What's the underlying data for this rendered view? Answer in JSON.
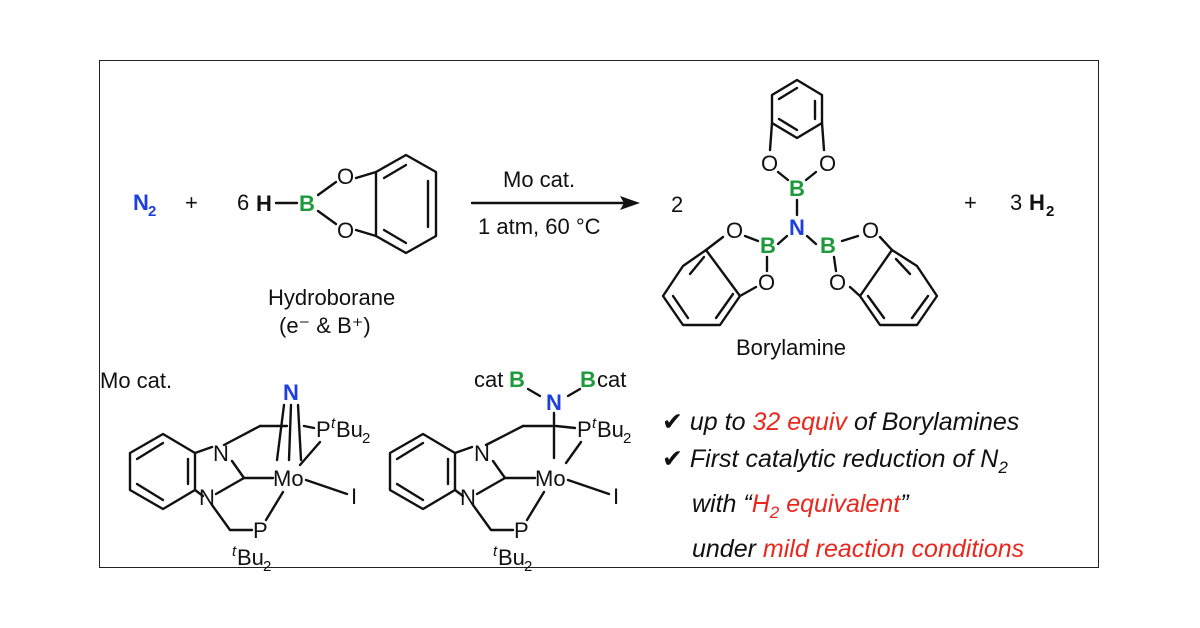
{
  "reaction": {
    "n2_symbol": "N",
    "n2_sub": "2",
    "plus": "+",
    "coef_hydroborane": "6",
    "h_label": "H",
    "b_label": "B",
    "o_label": "O",
    "arrow_top": "Mo cat.",
    "arrow_bottom": "1 atm, 60 °C",
    "coef_borylamine": "2",
    "n_label": "N",
    "coef_h2": "3",
    "h2_symbol": "H",
    "h2_sub": "2",
    "hydroborane_name": "Hydroborane",
    "hydroborane_note": "(e⁻ & B⁺)",
    "borylamine_name": "Borylamine"
  },
  "catalyst": {
    "label": "Mo cat.",
    "mo": "Mo",
    "iodide": "I",
    "p_symbol": "P",
    "tbu_t": "t",
    "tbu_bu": "Bu",
    "tbu_sub": "2",
    "n_atom": "N",
    "catb_cat": "cat",
    "catb_b": "B",
    "bcat_cat": "cat"
  },
  "bullets": [
    {
      "check": "✔",
      "pre": "up to ",
      "red": "32 equiv",
      "post": " of Borylamines"
    },
    {
      "check": "✔",
      "text": "First catalytic reduction of N",
      "sub": "2"
    },
    {
      "pre": "with “",
      "red": "H",
      "red_sub": "2",
      "red_post": " equivalent",
      "post": "”"
    },
    {
      "pre": "under ",
      "red": "mild reaction conditions"
    }
  ],
  "colors": {
    "blue": "#1d3fe0",
    "green": "#1e9a3c",
    "red": "#e8281e",
    "black": "#111111"
  }
}
